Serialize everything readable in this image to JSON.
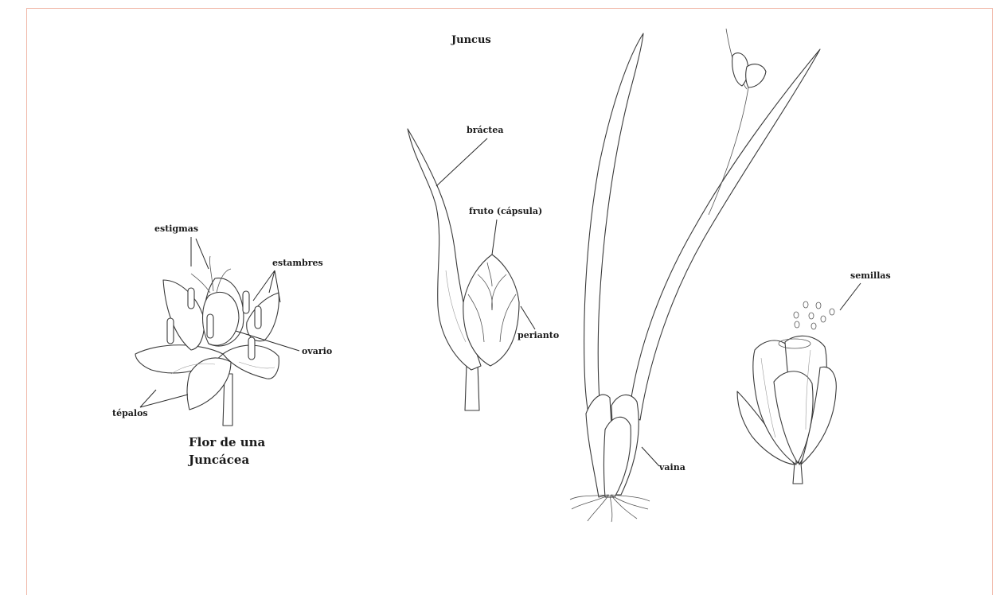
{
  "diagram": {
    "title": "Juncus",
    "caption_line1": "Flor de una",
    "caption_line2": "Juncácea",
    "labels": {
      "estigmas": "estigmas",
      "estambres": "estambres",
      "ovario": "ovario",
      "tepalos": "tépalos",
      "bractea": "bráctea",
      "fruto": "fruto (cápsula)",
      "perianto": "perianto",
      "vaina": "vaina",
      "semillas": "semillas"
    }
  },
  "colors": {
    "frame_border": "#f0b8a8",
    "ink": "#2a2a2a",
    "background": "#ffffff"
  }
}
